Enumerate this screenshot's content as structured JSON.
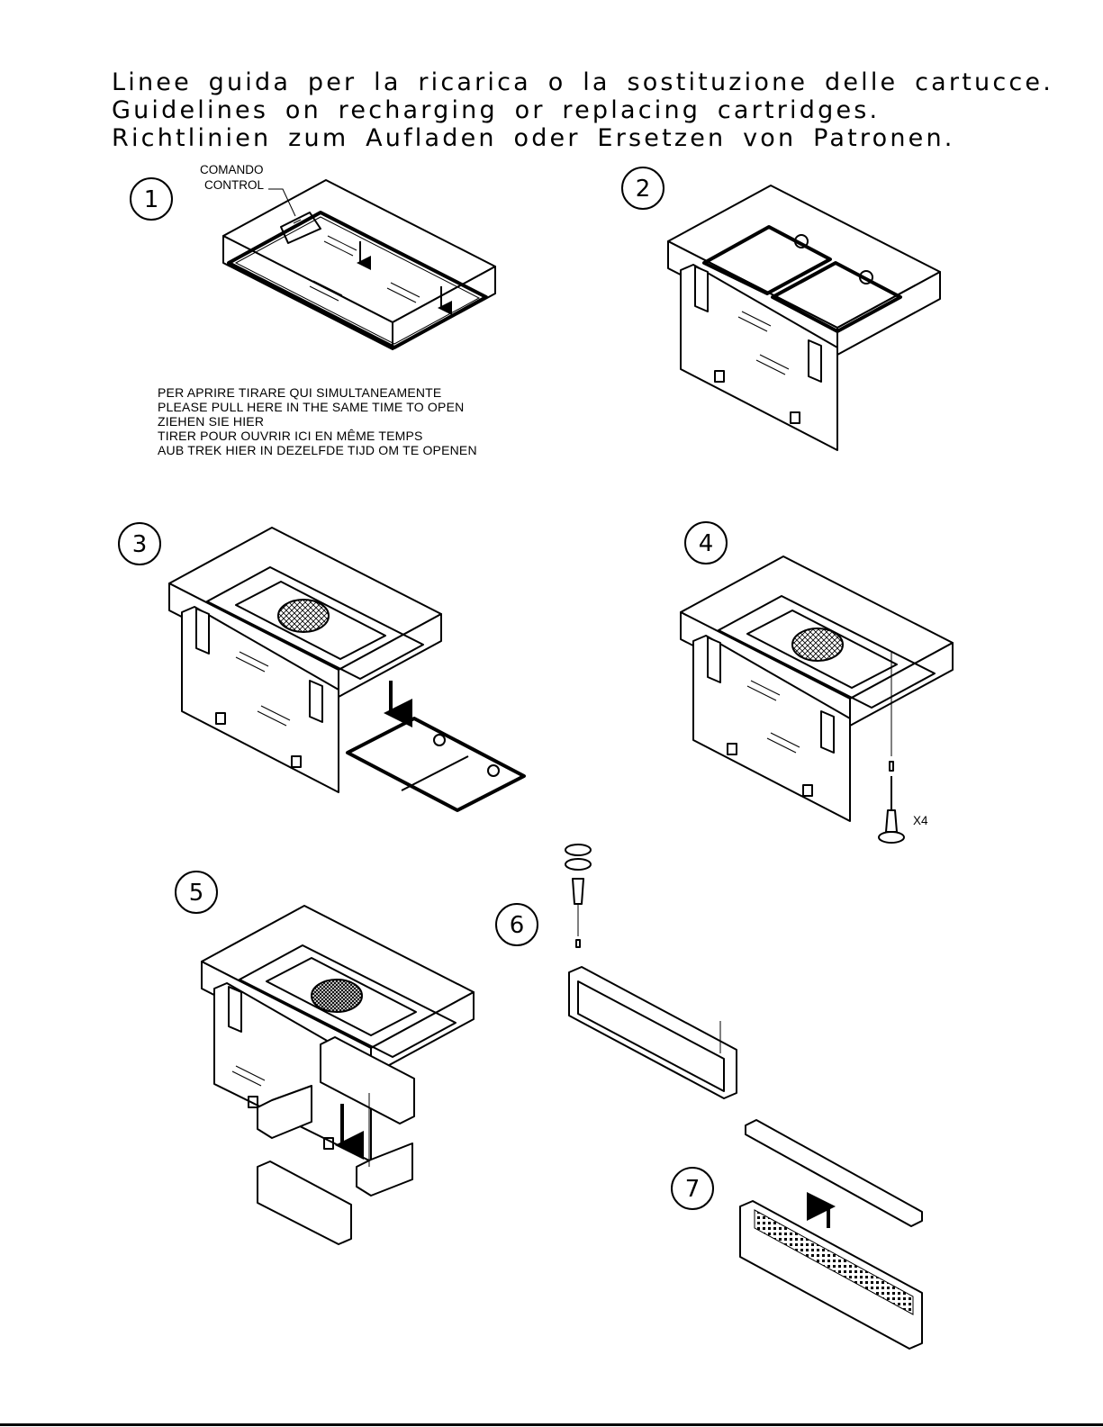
{
  "titles": [
    "Linee guida per la ricarica o la sostituzione delle cartucce.",
    "Guidelines on recharging or replacing cartridges.",
    "Richtlinien zum Aufladen oder Ersetzen von Patronen."
  ],
  "steps": [
    "1",
    "2",
    "3",
    "4",
    "5",
    "6",
    "7"
  ],
  "callout": {
    "line1": "COMANDO",
    "line2": "CONTROL"
  },
  "instructions": [
    "PER APRIRE TIRARE QUI SIMULTANEAMENTE",
    "PLEASE PULL HERE IN THE SAME TIME TO OPEN",
    "ZIEHEN SIE HIER",
    "TIRER POUR OUVRIR ICI EN MÊME TEMPS",
    "AUB TREK HIER IN DEZELFDE TIJD OM TE OPENEN"
  ],
  "screw_count": "X4"
}
